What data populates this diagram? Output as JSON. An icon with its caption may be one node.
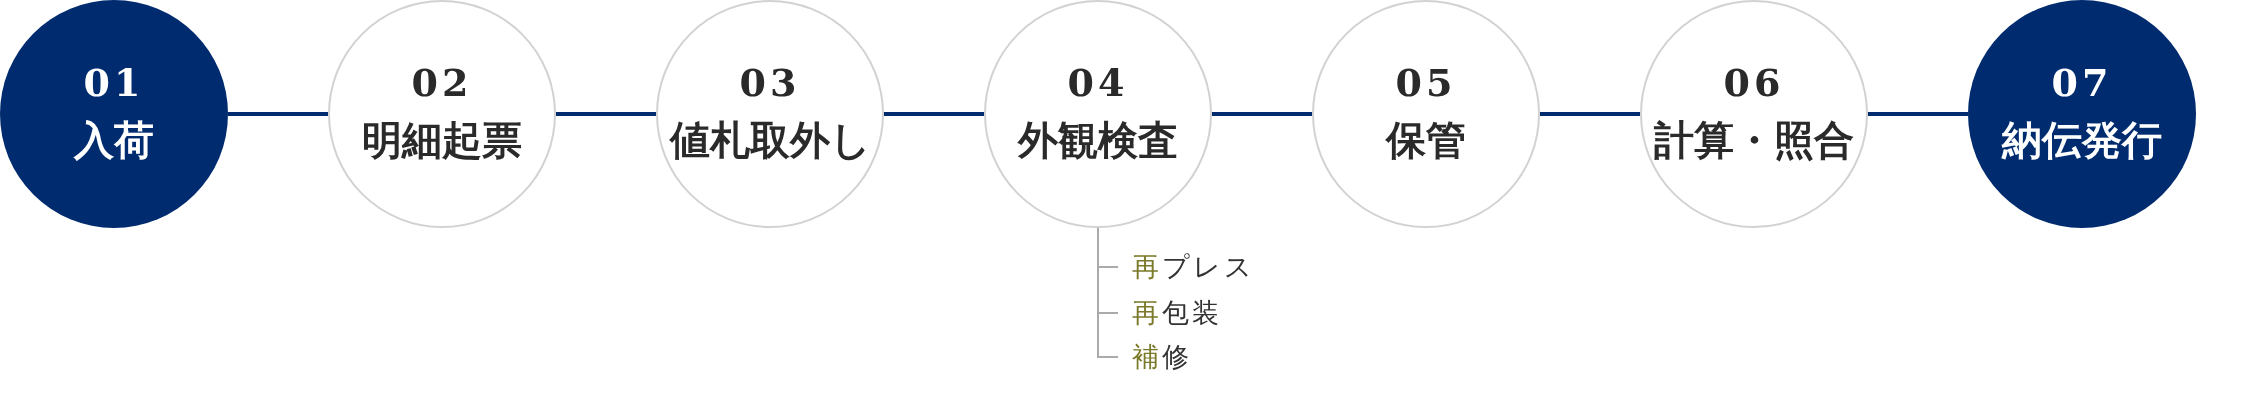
{
  "diagram": {
    "nodes": [
      {
        "text": [
          "01",
          "入荷"
        ]
      },
      {
        "text": [
          "02",
          "明細起票"
        ]
      },
      {
        "text": [
          "03",
          "値札取外し"
        ]
      },
      {
        "text": [
          "04",
          "外観検査"
        ]
      },
      {
        "text": [
          "05",
          "保管"
        ]
      },
      {
        "text": [
          "06",
          "計算・照合"
        ]
      },
      {
        "text": [
          "07",
          "納伝発行"
        ]
      },
      {
        "text": [
          "再プレス"
        ]
      },
      {
        "text": [
          "再包装"
        ]
      },
      {
        "text": [
          "補修"
        ]
      }
    ],
    "edges": [
      {
        "from": 0,
        "to": 1,
        "arrow": "none"
      },
      {
        "from": 1,
        "to": 2,
        "arrow": "none"
      },
      {
        "from": 2,
        "to": 3,
        "arrow": "none"
      },
      {
        "from": 3,
        "to": 4,
        "arrow": "none"
      },
      {
        "from": 4,
        "to": 5,
        "arrow": "none"
      },
      {
        "from": 5,
        "to": 6,
        "arrow": "none"
      },
      {
        "from": 3,
        "to": 7,
        "arrow": "none",
        "color": "#aaaaaa"
      },
      {
        "from": 3,
        "to": 8,
        "arrow": "none",
        "color": "#aaaaaa"
      },
      {
        "from": 3,
        "to": 9,
        "arrow": "none",
        "color": "#aaaaaa"
      }
    ]
  }
}
